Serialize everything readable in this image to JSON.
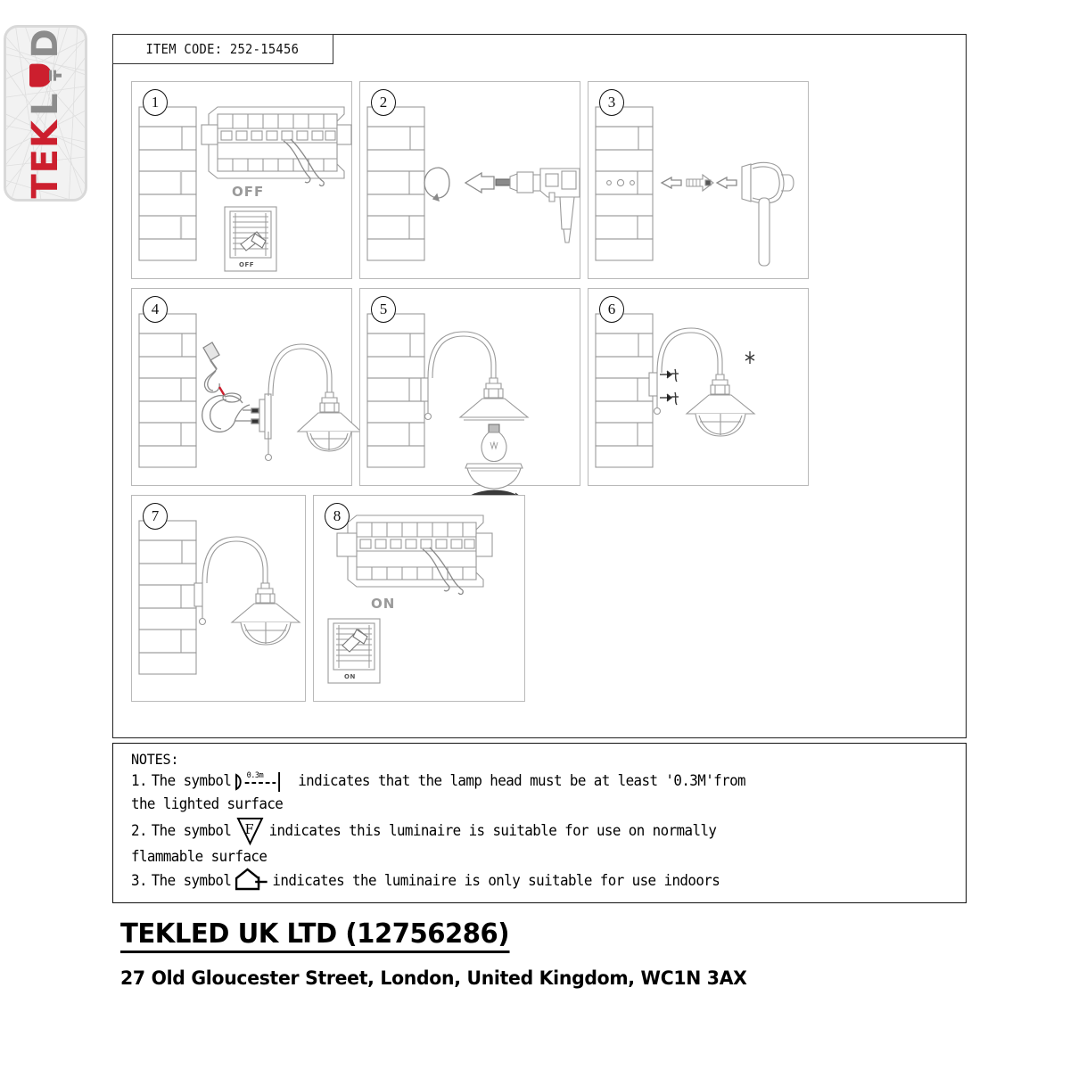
{
  "brand": {
    "logo_word_part1": "TEK",
    "logo_word_part2": "L",
    "logo_word_part3": "D",
    "logo_icon": "led-bulb-icon"
  },
  "header": {
    "item_code_label": "ITEM CODE: 252-15456"
  },
  "steps": [
    {
      "number": "1",
      "caption": "OFF",
      "inset_caption": "OFF",
      "icon": "breaker-panel-off-icon"
    },
    {
      "number": "2",
      "caption": "",
      "icon": "power-drill-icon"
    },
    {
      "number": "3",
      "caption": "",
      "icon": "hammer-wall-plug-icon"
    },
    {
      "number": "4",
      "caption": "",
      "icon": "wiring-screwdriver-icon"
    },
    {
      "number": "5",
      "caption": "",
      "icon": "bulb-glass-cover-icon"
    },
    {
      "number": "6",
      "caption": "",
      "icon": "tighten-screws-icon"
    },
    {
      "number": "7",
      "caption": "",
      "icon": "installed-lamp-icon"
    },
    {
      "number": "8",
      "caption": "ON",
      "inset_caption": "ON",
      "icon": "breaker-panel-on-icon"
    }
  ],
  "notes": {
    "title": "NOTES:",
    "items": [
      {
        "index": "1.",
        "text_before": "The symbol",
        "symbol": "min-distance-0.3m-icon",
        "symbol_label": "0.3m",
        "text_after": "indicates that the lamp head must be at least '0.3M'from",
        "continuation": "the lighted surface"
      },
      {
        "index": "2.",
        "text_before": "The symbol",
        "symbol": "f-mark-triangle-icon",
        "symbol_label": "F",
        "text_after": "indicates this luminaire is suitable for use on normally",
        "continuation": "flammable surface"
      },
      {
        "index": "3.",
        "text_before": "The symbol",
        "symbol": "indoor-use-house-icon",
        "symbol_label": "",
        "text_after": "indicates the luminaire is only suitable for use indoors",
        "continuation": ""
      }
    ]
  },
  "footer": {
    "company": "TEKLED UK LTD (12756286)",
    "address": "27 Old Gloucester Street, London, United Kingdom, WC1N 3AX"
  },
  "colors": {
    "brand_red": "#cc1f2e",
    "brand_gray": "#8c8c8c",
    "line": "#9a9a9a",
    "text": "#000000"
  }
}
